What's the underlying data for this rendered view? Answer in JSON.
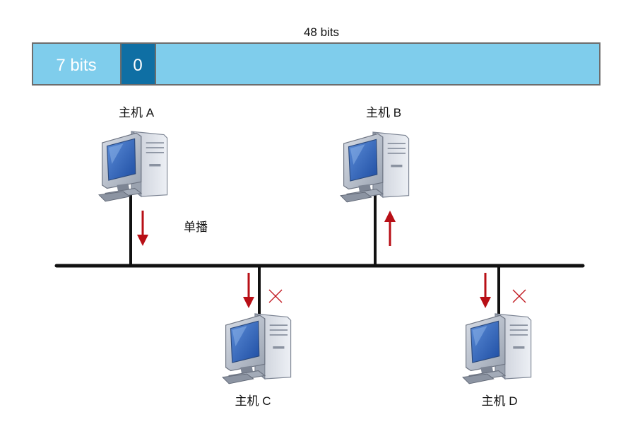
{
  "address_field": {
    "total_label": "48 bits",
    "prefix_label": "7 bits",
    "flag_bit": "0"
  },
  "mode_label": "单播",
  "hosts": {
    "a": {
      "label": "主机 A",
      "role": "sender"
    },
    "b": {
      "label": "主机 B",
      "role": "receiver"
    },
    "c": {
      "label": "主机 C",
      "role": "rejected"
    },
    "d": {
      "label": "主机 D",
      "role": "rejected"
    }
  },
  "colors": {
    "field_fill": "#7fcdec",
    "field_border": "#6d6d6d",
    "flag_fill": "#0f6fa4",
    "flag_text": "#ffffff",
    "arrow": "#b80f16",
    "bus": "#111111"
  },
  "icons": {
    "host": "desktop-computer-icon",
    "reject": "cross-mark-icon"
  }
}
